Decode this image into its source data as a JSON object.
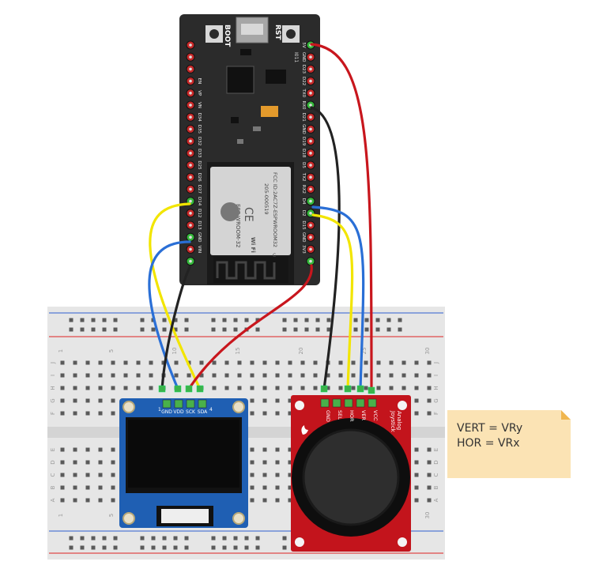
{
  "esp32": {
    "buttons": {
      "boot": "BOOT",
      "rst": "RST"
    },
    "small_label": "I011",
    "module_lines": [
      "FCC ID:2AC7Z-ESPWROOM32",
      "205-000519",
      "ESP-WROOM-32"
    ],
    "ce_mark": "CE",
    "wifi_logo": "Wi Fi",
    "right_pins": [
      "5V",
      "GND",
      "D23",
      "D22",
      "TX0",
      "RX0",
      "D21",
      "GND",
      "D19",
      "D18",
      "D5",
      "TX2",
      "RX2",
      "D4",
      "D2",
      "D15",
      "GND",
      "3V3"
    ],
    "left_pins": [
      "EN",
      "VP",
      "VN",
      "D34",
      "D35",
      "D32",
      "D33",
      "D25",
      "D26",
      "D27",
      "D14",
      "D12",
      "D13",
      "GND",
      "VIN"
    ]
  },
  "breadboard": {
    "col_numbers": [
      "1",
      "5",
      "10",
      "15",
      "20",
      "25",
      "30"
    ],
    "row_letters_top": [
      "J",
      "I",
      "H",
      "G",
      "F"
    ],
    "row_letters_bottom": [
      "E",
      "D",
      "C",
      "B",
      "A"
    ]
  },
  "oled": {
    "pin_labels": [
      "GND",
      "VDD",
      "SCK",
      "SDA"
    ],
    "pin_num_start": "1",
    "pin_num_end": "4"
  },
  "joystick": {
    "pin_labels": [
      "GND",
      "SEL",
      "HOR",
      "VER",
      "VCC"
    ],
    "title_lines": [
      "Analog",
      "Joystick"
    ]
  },
  "note": {
    "lines": [
      "VERT = VRy",
      "HOR = VRx"
    ]
  },
  "colors": {
    "wire_red": "#c8161d",
    "wire_black": "#222222",
    "wire_yellow": "#f2e500",
    "wire_blue": "#2a6fd6",
    "oled_pcb": "#1f5fb3",
    "joystick_pcb": "#c3141c",
    "board_pcb": "#2b2b2b",
    "note_bg": "#fbe3b4"
  }
}
